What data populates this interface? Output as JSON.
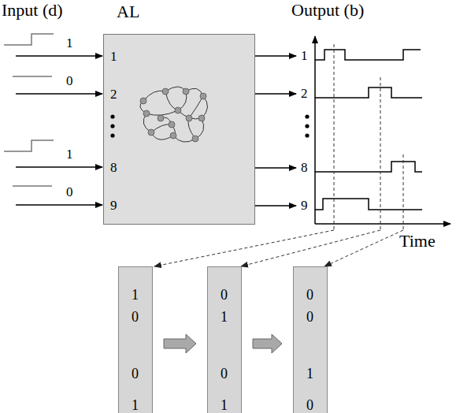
{
  "diagram": {
    "nodes": [
      {
        "text": [
          "AL",
          "1",
          "2",
          "8",
          "9"
        ]
      },
      {
        "text": [
          "1",
          "0",
          "0",
          "1"
        ]
      },
      {
        "text": [
          "0",
          "1",
          "0",
          "1"
        ]
      },
      {
        "text": [
          "0",
          "0",
          "1",
          "0"
        ]
      }
    ],
    "edges": [
      {
        "from": 1,
        "to": 2,
        "arrow": "to"
      },
      {
        "from": 2,
        "to": 3,
        "arrow": "to"
      }
    ],
    "labels": [
      "Input (d)",
      "Output (b)",
      "1",
      "0",
      "1",
      "0",
      "1",
      "2",
      "8",
      "9",
      "Time"
    ]
  }
}
